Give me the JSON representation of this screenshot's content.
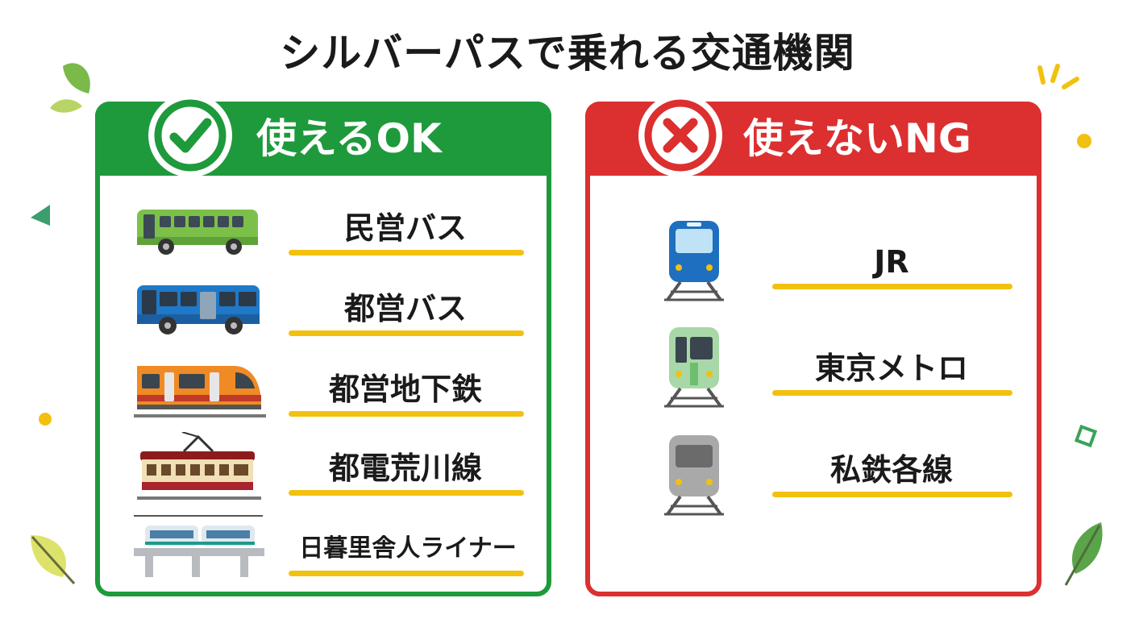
{
  "title": "シルバーパスで乗れる交通機関",
  "ok_panel": {
    "heading": "使えるOK",
    "badge_icon": "check-icon",
    "color": "#1e9a3c",
    "items": [
      {
        "label": "民営バス",
        "icon": "green-bus-icon"
      },
      {
        "label": "都営バス",
        "icon": "blue-bus-icon"
      },
      {
        "label": "都営地下鉄",
        "icon": "orange-train-icon"
      },
      {
        "label": "都電荒川線",
        "icon": "tram-icon"
      },
      {
        "label": "日暮里舎人ライナー",
        "icon": "elevated-train-icon"
      }
    ]
  },
  "ng_panel": {
    "heading": "使えないNG",
    "badge_icon": "cross-icon",
    "color": "#dc2f2f",
    "items": [
      {
        "label": "JR",
        "icon": "blue-train-front-icon"
      },
      {
        "label": "東京メトロ",
        "icon": "green-train-front-icon"
      },
      {
        "label": "私鉄各線",
        "icon": "gray-train-front-icon"
      }
    ]
  },
  "underline_color": "#f2c10f"
}
